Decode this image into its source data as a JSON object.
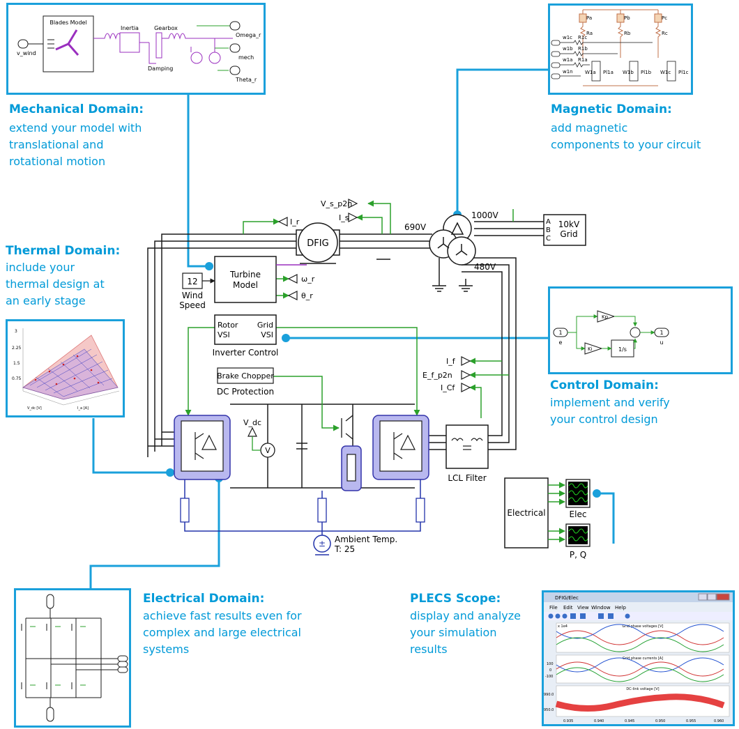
{
  "colors": {
    "accent": "#1aa0db",
    "wire": "#1a1a1a",
    "signal": "#2ba02b",
    "thermal_wire": "#2233aa",
    "heat_sink_fill": "#b9b8ef",
    "mech_purple": "#9a2fbf",
    "magnetic_brown": "#c0704a"
  },
  "domains": {
    "mechanical": {
      "title": "Mechanical Domain:",
      "lines": [
        "extend your model with",
        "translational and",
        "rotational motion"
      ]
    },
    "magnetic": {
      "title": "Magnetic Domain:",
      "lines": [
        "add magnetic",
        "components to your circuit"
      ]
    },
    "thermal": {
      "title": "Thermal Domain:",
      "lines": [
        "include your",
        "thermal design at",
        "an early stage"
      ]
    },
    "control": {
      "title": "Control Domain:",
      "lines": [
        "implement and verify",
        "your control design"
      ]
    },
    "electrical": {
      "title": "Electrical Domain:",
      "lines": [
        "achieve fast results even for",
        "complex and large electrical",
        "systems"
      ]
    },
    "scope": {
      "title": "PLECS Scope:",
      "lines": [
        "display and analyze",
        "your simulation",
        "results"
      ]
    }
  },
  "mech_model": {
    "v_wind": "v_wind",
    "blades": "Blades Model",
    "inertia": "Inertia",
    "gearbox": "Gearbox",
    "damping": "Damping",
    "out1": "Omega_r",
    "out2": "mech",
    "out3": "Theta_r"
  },
  "mag_model": {
    "pa": "Pa",
    "pb": "Pb",
    "pc": "Pc",
    "ra": "Ra",
    "rb": "Rb",
    "rc": "Rc",
    "w1c": "w1c",
    "w1b": "w1b",
    "w1a": "w1a",
    "w1n": "w1n",
    "r1c": "R1c",
    "r1b": "R1b",
    "r1a": "R1a",
    "wa": "W1a",
    "pa2": "Pl1a",
    "wb": "W1b",
    "pb2": "Pl1b",
    "wc": "W1c",
    "pc2": "Pl1c"
  },
  "thermal_plot": {
    "yticks": [
      "3",
      "2.25",
      "1.5",
      "0.75"
    ],
    "xlabel": "V_dc [V]",
    "ylabel": "I_a [A]"
  },
  "control_model": {
    "in": "1",
    "in_label": "e",
    "kp": "Kp",
    "ki": "Ki",
    "integrator": "1/s",
    "out": "1",
    "out_label": "u"
  },
  "circuit": {
    "dfig": "DFIG",
    "v_s_p2n": "V_s_p2n",
    "i_s": "I_s",
    "i_r": "I_r",
    "v690": "690V",
    "v1000": "1000V",
    "v480": "480V",
    "grid_a": "A",
    "grid_b": "B",
    "grid_c": "C",
    "grid": "10kV\nGrid",
    "grid_l1": "10kV",
    "grid_l2": "Grid",
    "wind_value": "12",
    "wind_l1": "Wind",
    "wind_l2": "Speed",
    "turbine_l1": "Turbine",
    "turbine_l2": "Model",
    "omega_r": "ω_r",
    "theta_r": "θ_r",
    "rotor_vsi_l1": "Rotor",
    "rotor_vsi_l2": "VSI",
    "grid_vsi_l1": "Grid",
    "grid_vsi_l2": "VSI",
    "inverter_control": "Inverter Control",
    "brake_chopper": "Brake Chopper",
    "dc_protection": "DC Protection",
    "i_f": "I_f",
    "e_f_p2n": "E_f_p2n",
    "i_cf": "I_Cf",
    "v_dc": "V_dc",
    "voltmeter": "V",
    "lcl_filter": "LCL Filter",
    "electrical": "Electrical",
    "elec": "Elec",
    "pq": "P, Q",
    "ambient_l1": "Ambient Temp.",
    "ambient_l2": "T: 25"
  },
  "scope_window": {
    "title": "DFIG/Elec",
    "menu": [
      "File",
      "Edit",
      "View",
      "Window",
      "Help"
    ],
    "plot1_title": "Grid phase voltages [V]",
    "plot1_scale": "x 1e4",
    "plot2_title": "Grid phase currents [A]",
    "plot2_ticks": [
      "100",
      "0",
      "-100"
    ],
    "plot3_title": "DC-link voltage [V]",
    "plot3_ticks": [
      "990.0",
      "950.0"
    ],
    "xticks": [
      "0.935",
      "0.940",
      "0.945",
      "0.950",
      "0.955",
      "0.960"
    ]
  }
}
